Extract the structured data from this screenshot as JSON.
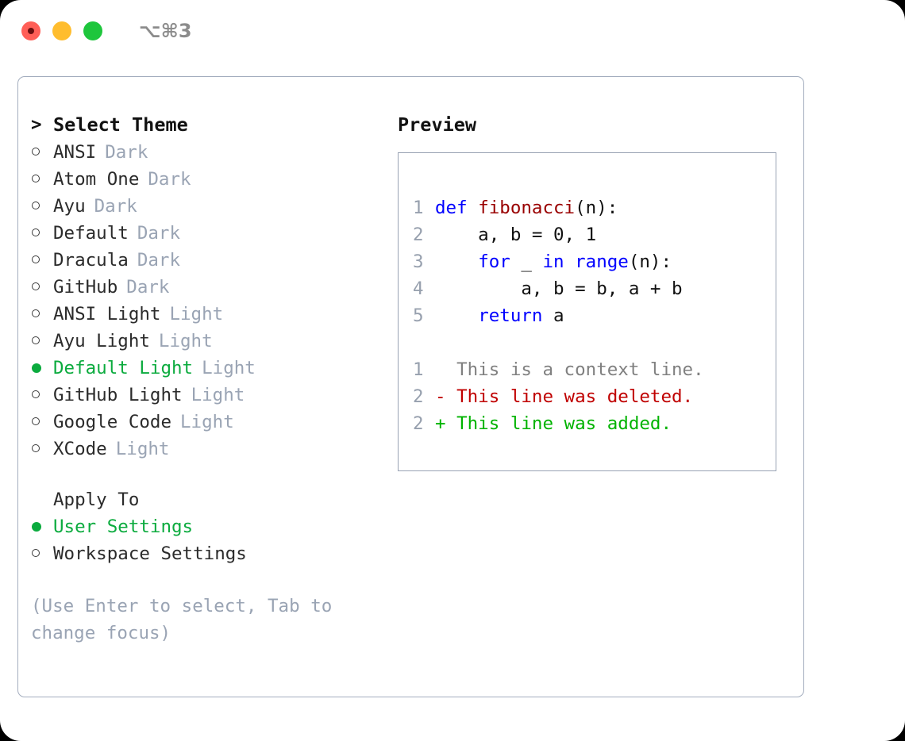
{
  "titlebar": {
    "shortcut": "⌥⌘3",
    "lights": [
      {
        "name": "close",
        "color": "#ff5f57"
      },
      {
        "name": "minimize",
        "color": "#ffbd2e"
      },
      {
        "name": "maximize",
        "color": "#1ec63c"
      }
    ]
  },
  "theme_picker": {
    "header_marker": ">",
    "header": "Select Theme",
    "marker_selected": "●",
    "marker_unselected": "○",
    "items": [
      {
        "name": "ANSI",
        "tag": "Dark",
        "selected": false
      },
      {
        "name": "Atom One",
        "tag": "Dark",
        "selected": false
      },
      {
        "name": "Ayu",
        "tag": "Dark",
        "selected": false
      },
      {
        "name": "Default",
        "tag": "Dark",
        "selected": false
      },
      {
        "name": "Dracula",
        "tag": "Dark",
        "selected": false
      },
      {
        "name": "GitHub",
        "tag": "Dark",
        "selected": false
      },
      {
        "name": "ANSI Light",
        "tag": "Light",
        "selected": false
      },
      {
        "name": "Ayu Light",
        "tag": "Light",
        "selected": false
      },
      {
        "name": "Default Light",
        "tag": "Light",
        "selected": true
      },
      {
        "name": "GitHub Light",
        "tag": "Light",
        "selected": false
      },
      {
        "name": "Google Code",
        "tag": "Light",
        "selected": false
      },
      {
        "name": "XCode",
        "tag": "Light",
        "selected": false
      }
    ]
  },
  "apply_to": {
    "label": "Apply To",
    "options": [
      {
        "name": "User Settings",
        "selected": true
      },
      {
        "name": "Workspace Settings",
        "selected": false
      }
    ]
  },
  "hint": "(Use Enter to select, Tab to change focus)",
  "preview": {
    "title": "Preview",
    "code_lines": [
      {
        "lineno": "1",
        "tokens": [
          {
            "text": "def ",
            "kind": "kw"
          },
          {
            "text": "fibonacci",
            "kind": "fn"
          },
          {
            "text": "(n):",
            "kind": "pl"
          }
        ]
      },
      {
        "lineno": "2",
        "tokens": [
          {
            "text": "    a, b = 0, 1",
            "kind": "pl"
          }
        ]
      },
      {
        "lineno": "3",
        "tokens": [
          {
            "text": "    ",
            "kind": "pl"
          },
          {
            "text": "for",
            "kind": "kw"
          },
          {
            "text": " _ ",
            "kind": "pl"
          },
          {
            "text": "in",
            "kind": "kw"
          },
          {
            "text": " ",
            "kind": "pl"
          },
          {
            "text": "range",
            "kind": "kw"
          },
          {
            "text": "(n):",
            "kind": "pl"
          }
        ]
      },
      {
        "lineno": "4",
        "tokens": [
          {
            "text": "        a, b = b, a + b",
            "kind": "pl"
          }
        ]
      },
      {
        "lineno": "5",
        "tokens": [
          {
            "text": "    ",
            "kind": "pl"
          },
          {
            "text": "return",
            "kind": "kw"
          },
          {
            "text": " a",
            "kind": "pl"
          }
        ]
      }
    ],
    "diff_lines": [
      {
        "lineno": "1",
        "tokens": [
          {
            "text": "  This is a context line.",
            "kind": "ctx"
          }
        ]
      },
      {
        "lineno": "2",
        "tokens": [
          {
            "text": "- This line was deleted.",
            "kind": "del"
          }
        ]
      },
      {
        "lineno": "2",
        "tokens": [
          {
            "text": "+ This line was added.",
            "kind": "add"
          }
        ]
      }
    ]
  },
  "colors": {
    "accent_green": "#0bab3e",
    "keyword_blue": "#0000ff",
    "function_darkred": "#990000",
    "diff_delete": "#c00000",
    "diff_add": "#00b300",
    "muted": "#9aa4b4",
    "border": "#a3adbe"
  }
}
